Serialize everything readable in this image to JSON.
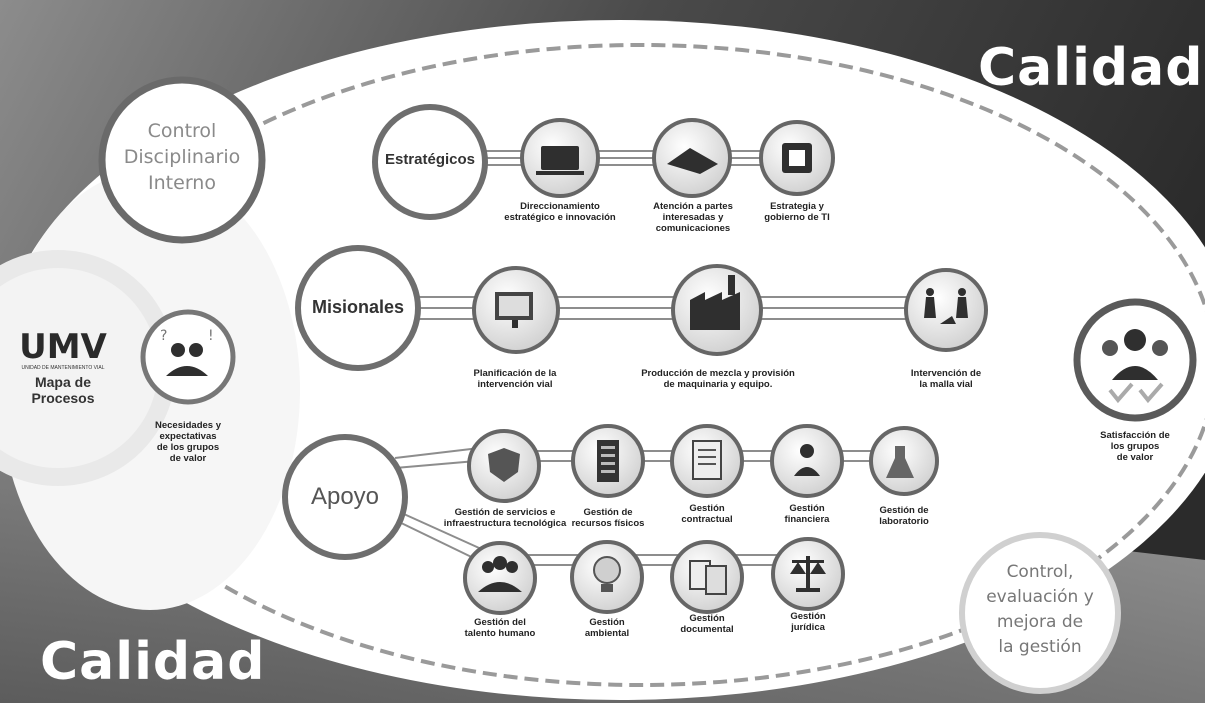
{
  "corner_top": "Calidad",
  "corner_bottom": "Calidad",
  "control_interno": "Control\nDisciplinario\nInterno",
  "control_evaluacion": "Control,\nevaluación y\nmejora de\nla gestión",
  "brand": {
    "logo": "UMV",
    "logo_sub": "UNIDAD DE MANTENIMIENTO VIAL",
    "title": "Mapa de\nProcesos"
  },
  "inputs": {
    "label": "Necesidades y\nexpectativas\nde los grupos\nde valor",
    "icon": "people-question-icon"
  },
  "outputs": {
    "label": "Satisfacción de\nlos grupos\nde valor",
    "icon": "satisfied-people-icon"
  },
  "categories": {
    "estrategicos": "Estratégicos",
    "misionales": "Misionales",
    "apoyo": "Apoyo"
  },
  "estrategicos": [
    {
      "label": "Direccionamiento\nestratégico e innovación",
      "icon": "umv-laptop-icon"
    },
    {
      "label": "Atención a partes\ninteresadas y\ncomunicaciones",
      "icon": "handshake-icon"
    },
    {
      "label": "Estrategia y\ngobierno de TI",
      "icon": "chip-icon"
    }
  ],
  "misionales": [
    {
      "label": "Planificación de la\nintervención vial",
      "icon": "planning-screen-icon"
    },
    {
      "label": "Producción de mezcla y provisión\nde maquinaria y equipo.",
      "icon": "factory-machinery-icon"
    },
    {
      "label": "Intervención de\nla malla vial",
      "icon": "road-workers-icon"
    }
  ],
  "apoyo_top": [
    {
      "label": "Gestión de servicios e\ninfraestructura tecnológica",
      "icon": "shield-network-icon"
    },
    {
      "label": "Gestión de\nrecursos físicos",
      "icon": "server-rack-icon"
    },
    {
      "label": "Gestión\ncontractual",
      "icon": "contract-document-icon"
    },
    {
      "label": "Gestión\nfinanciera",
      "icon": "finance-person-icon"
    },
    {
      "label": "Gestión de\nlaboratorio",
      "icon": "lab-beaker-icon"
    }
  ],
  "apoyo_bottom": [
    {
      "label": "Gestión del\ntalento humano",
      "icon": "team-people-icon"
    },
    {
      "label": "Gestión\nambiental",
      "icon": "eco-bulb-icon"
    },
    {
      "label": "Gestión\ndocumental",
      "icon": "documents-icon"
    },
    {
      "label": "Gestión\njurídica",
      "icon": "justice-scale-icon"
    }
  ]
}
